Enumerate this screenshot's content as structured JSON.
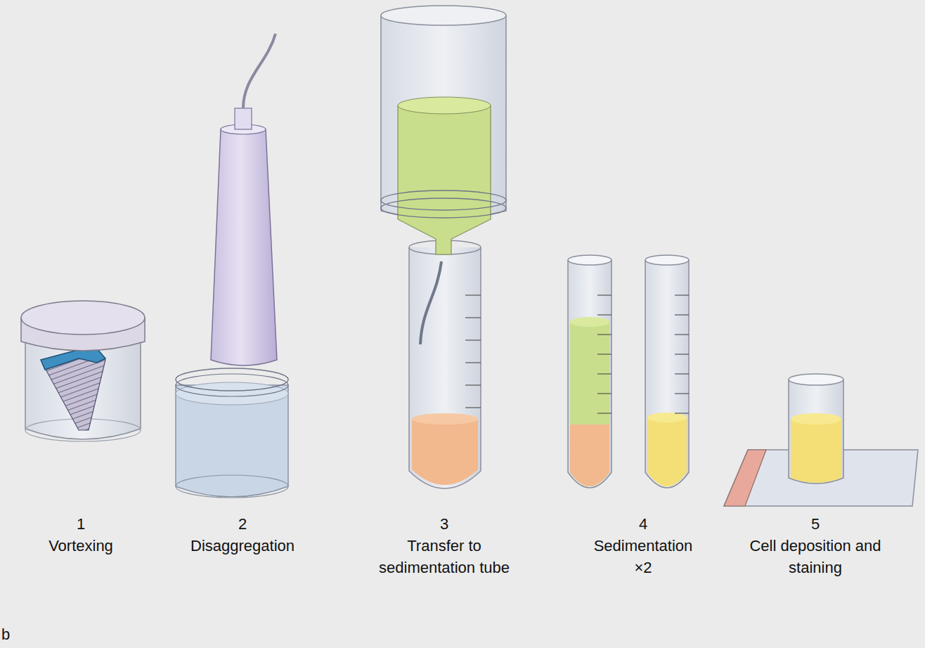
{
  "diagram": {
    "labels": [
      "1",
      "Vortexing",
      "2",
      "Disaggregation",
      "3",
      "Transfer to sedimentation tube",
      "4",
      "Sedimentation ×2",
      "5",
      "Cell deposition and staining",
      "b"
    ]
  }
}
